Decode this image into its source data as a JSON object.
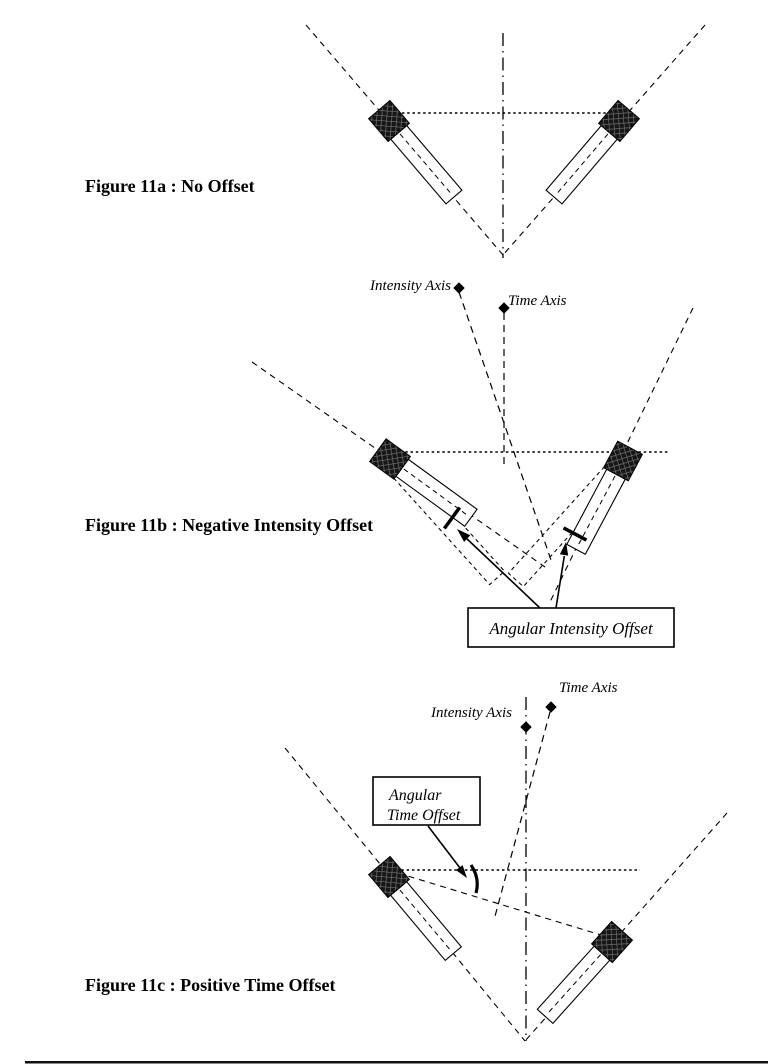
{
  "page": {
    "background": "#ffffff",
    "ink": "#000000"
  },
  "figures": {
    "fig11a": {
      "caption": "Figure 11a :  No Offset"
    },
    "fig11b": {
      "caption": "Figure 11b : Negative Intensity Offset",
      "intensity_axis_label": "Intensity Axis",
      "time_axis_label": "Time Axis",
      "callout": "Angular Intensity Offset"
    },
    "fig11c": {
      "caption": "Figure 11c : Positive Time Offset",
      "intensity_axis_label": "Intensity Axis",
      "time_axis_label": "Time Axis",
      "callout_line1": "Angular",
      "callout_line2": "Time Offset"
    }
  }
}
